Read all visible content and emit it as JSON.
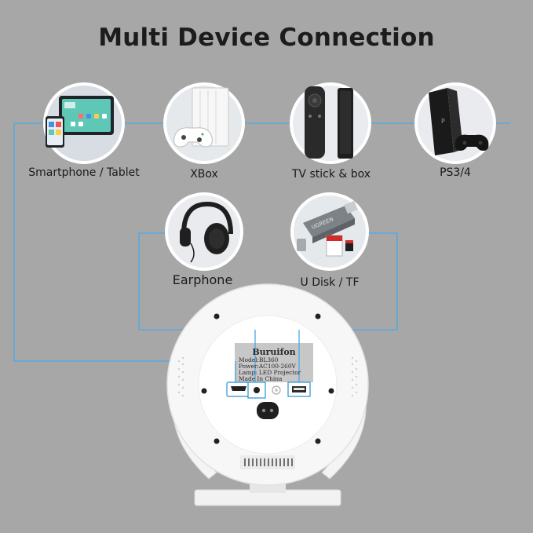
{
  "title": "Multi Device Connection",
  "devices": [
    {
      "label": "Smartphone / Tablet",
      "icon": "tablet-phone-icon"
    },
    {
      "label": "XBox",
      "icon": "xbox-console-icon"
    },
    {
      "label": "TV stick & box",
      "icon": "tv-stick-remote-icon"
    },
    {
      "label": "PS3/4",
      "icon": "ps4-console-icon"
    },
    {
      "label": "Earphone",
      "icon": "headphones-icon"
    },
    {
      "label": "U Disk / TF",
      "icon": "card-reader-icon"
    }
  ],
  "projector": {
    "brand": "Buruifon",
    "specs": [
      "Model:BL360",
      "Power:AC100-260V",
      "Lamp: LED Projector",
      "Made In China"
    ]
  },
  "colors": {
    "background": "#a7a7a7",
    "connector_line": "#4aa8e8",
    "circle_border": "#ffffff"
  }
}
